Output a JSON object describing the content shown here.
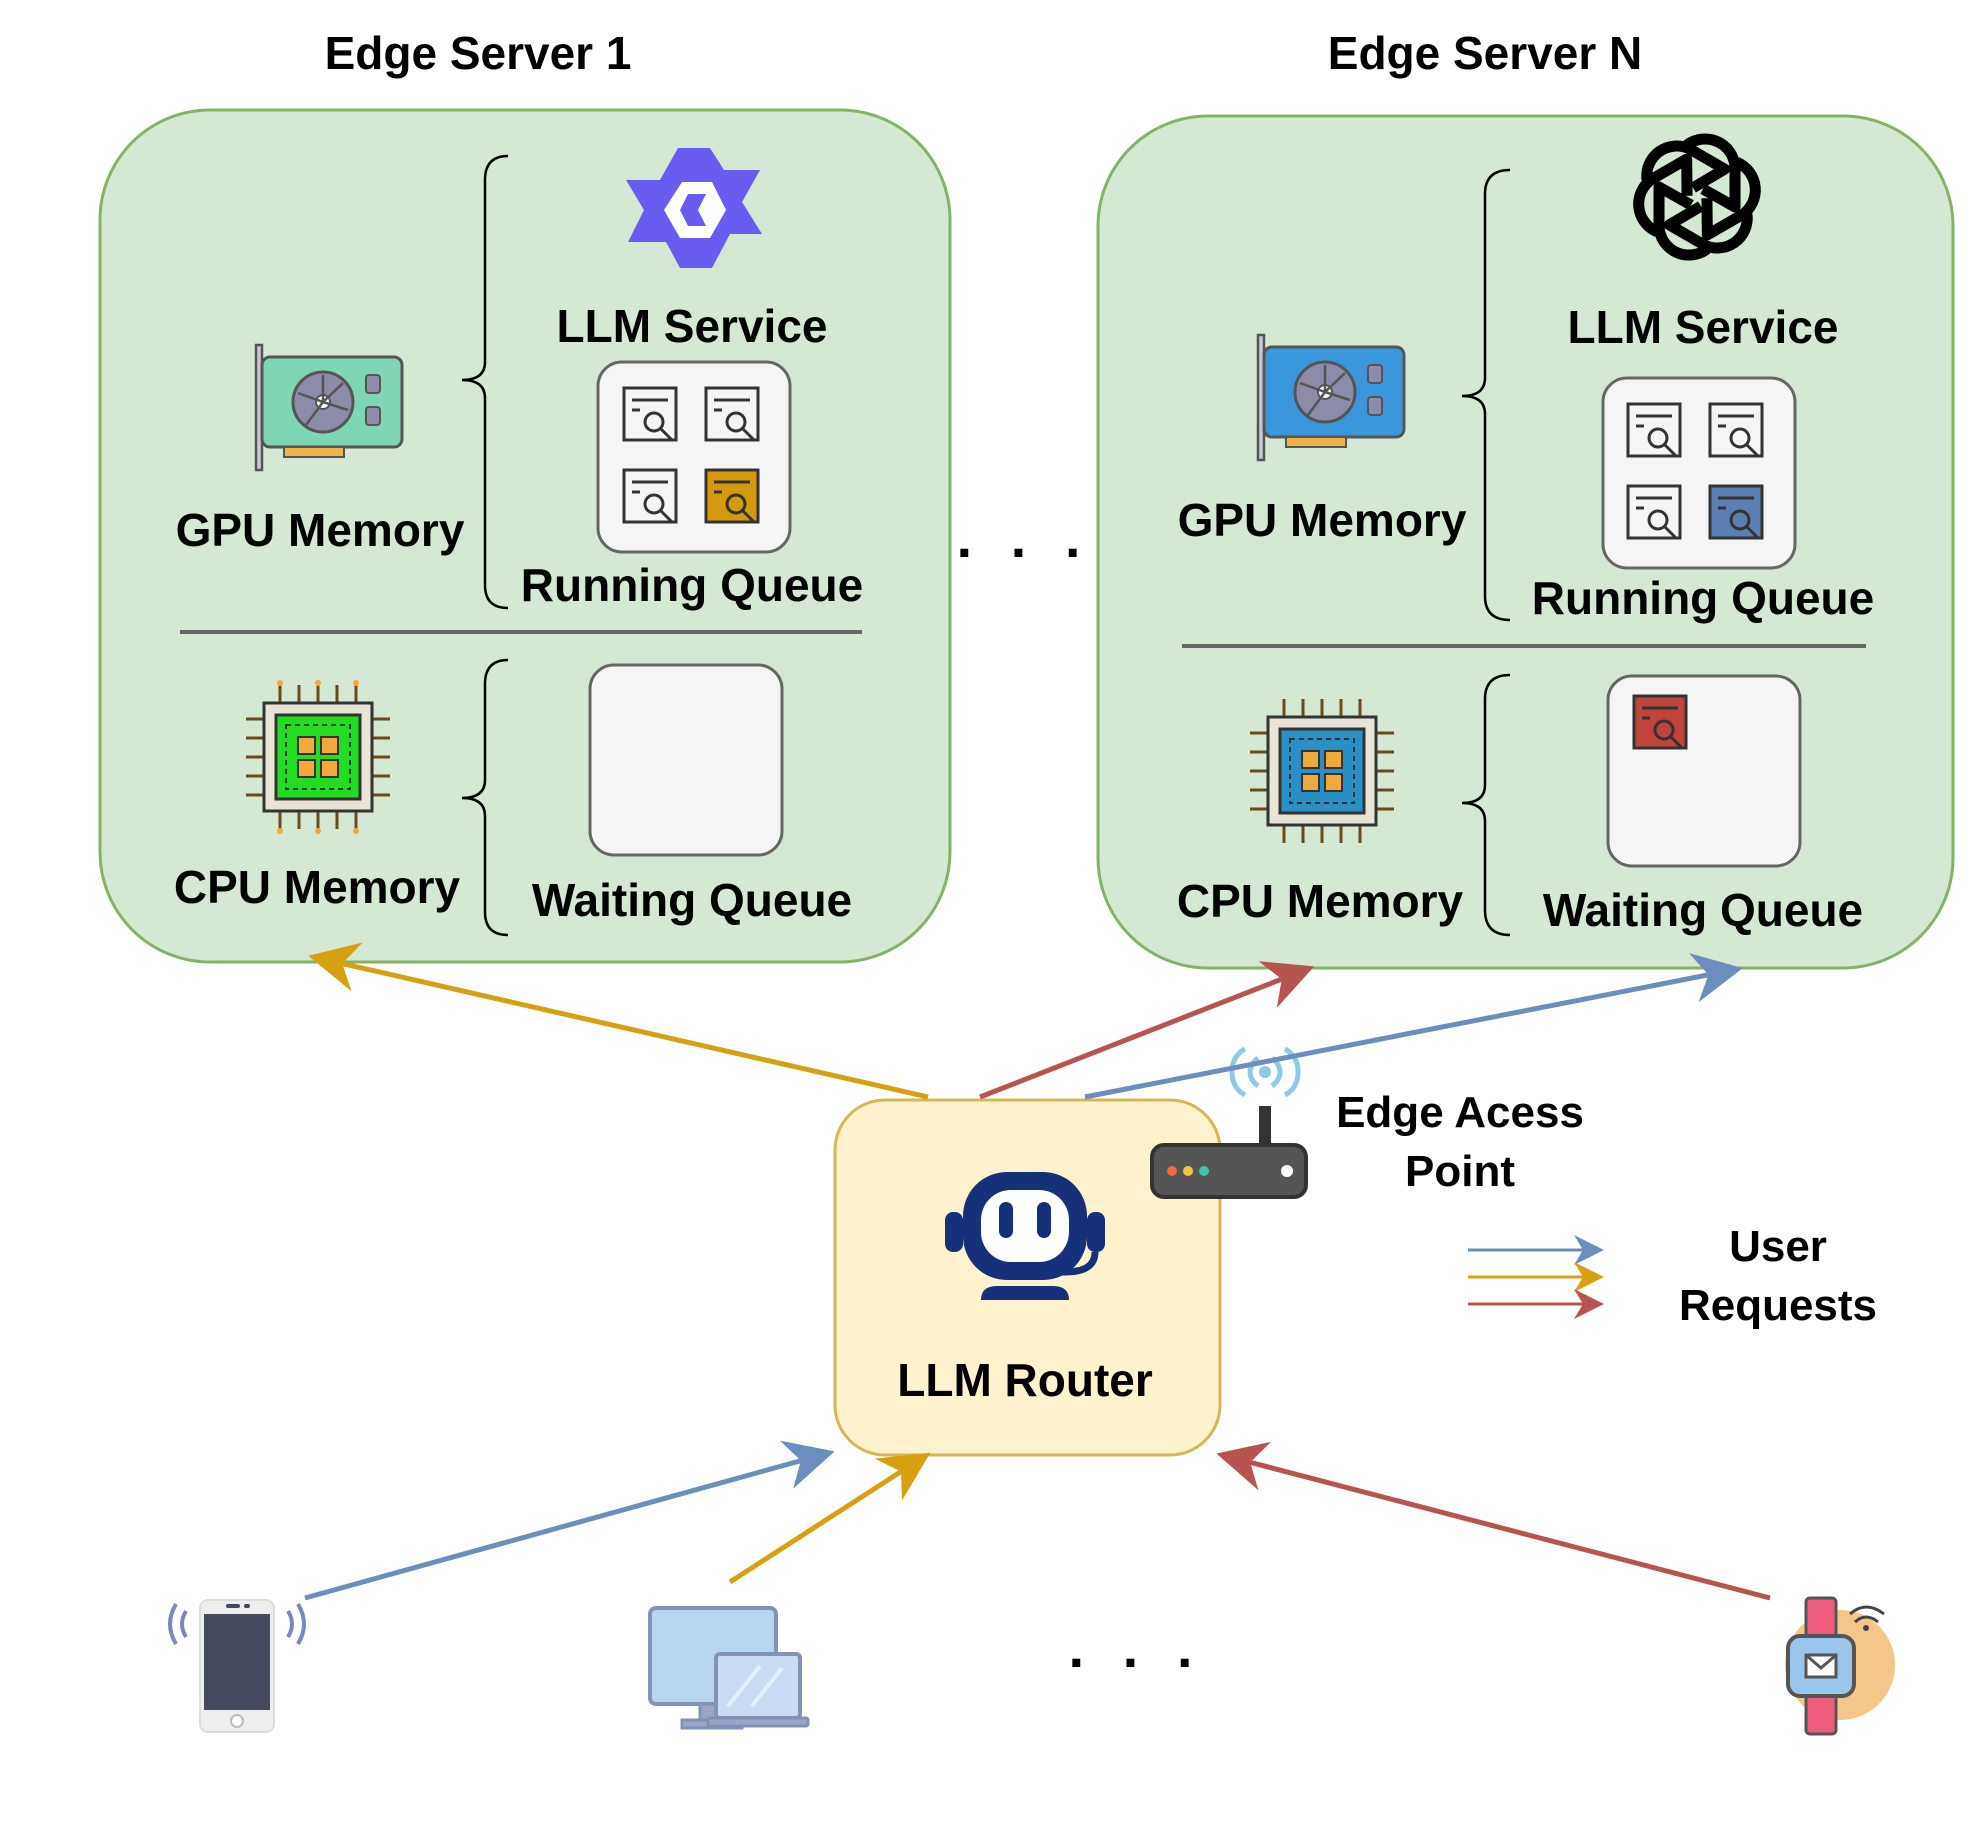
{
  "servers": [
    {
      "title": "Edge Server 1",
      "gpu_label": "GPU Memory",
      "service_label": "LLM Service",
      "running_label": "Running Queue",
      "cpu_label": "CPU Memory",
      "waiting_label": "Waiting Queue",
      "service_icon": "qwen-logo-icon",
      "gpu_color": "#7fd6b4",
      "chip_color": "#22dd22",
      "highlight_request_color": "#d49a0c"
    },
    {
      "title": "Edge Server N",
      "gpu_label": "GPU Memory",
      "service_label": "LLM Service",
      "running_label": "Running Queue",
      "cpu_label": "CPU Memory",
      "waiting_label": "Waiting Queue",
      "service_icon": "openai-logo-icon",
      "gpu_color": "#3b97db",
      "chip_color": "#2a8fc4",
      "highlight_request_color": "#5b7fb3",
      "waiting_request_color": "#c0443c"
    }
  ],
  "router": {
    "label": "LLM Router",
    "access_point_label_line1": "Edge Acess",
    "access_point_label_line2": "Point"
  },
  "legend": {
    "line1": "User",
    "line2": "Requests",
    "colors": [
      "#6c8ebf",
      "#d6a010",
      "#b85450"
    ]
  },
  "ellipsis": "· · ·",
  "colors": {
    "server_fill": "#d5e8d4",
    "server_stroke": "#82b366",
    "router_fill": "#fff2cc",
    "router_stroke": "#d6b656",
    "blue": "#6c8ebf",
    "orange": "#d6a010",
    "red": "#b85450"
  },
  "devices": [
    "smartphone-icon",
    "desktop-laptop-icon",
    "smartwatch-icon"
  ]
}
